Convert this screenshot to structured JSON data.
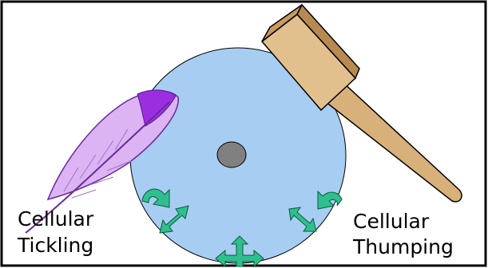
{
  "labels": {
    "left_line1": "Cellular",
    "left_line2": "Tickling",
    "right_line1": "Cellular",
    "right_line2": "Thumping"
  },
  "icons": [
    "feather-icon",
    "mallet-icon",
    "cell-disc",
    "nucleus-dot",
    "arrow-icon"
  ],
  "colors": {
    "frame": "#000000",
    "cell_fill": "#a8cdf2",
    "nucleus_fill": "#808080",
    "feather_light": "#d9b0f2",
    "feather_dark": "#9b2fe0",
    "mallet_wood": "#deb887",
    "arrow_green": "#2fbf8f"
  }
}
